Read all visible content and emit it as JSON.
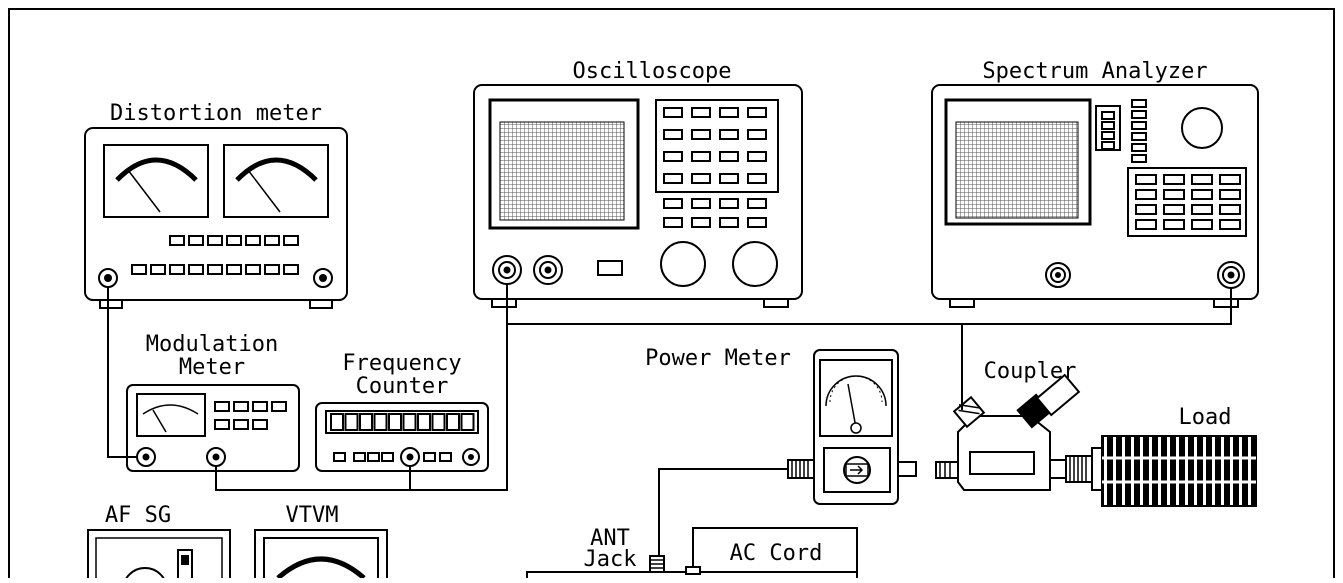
{
  "labels": {
    "oscilloscope": "Oscilloscope",
    "spectrum_analyzer": "Spectrum Analyzer",
    "distortion_meter": "Distortion meter",
    "modulation_meter_line1": "Modulation",
    "modulation_meter_line2": "Meter",
    "frequency_counter_line1": "Frequency",
    "frequency_counter_line2": "Counter",
    "power_meter": "Power Meter",
    "coupler": "Coupler",
    "load": "Load",
    "af_sg": "AF SG",
    "vtvm": "VTVM",
    "ant_jack_line1": "ANT",
    "ant_jack_line2": "Jack",
    "ac_cord": "AC Cord"
  },
  "colors": {
    "line": "#000000",
    "fill": "#ffffff",
    "screen": "#bdbdbd"
  },
  "icons": {
    "meter_dial": "analog-meter-icon",
    "bnc_connector": "bnc-connector-icon",
    "knob": "knob-icon"
  }
}
